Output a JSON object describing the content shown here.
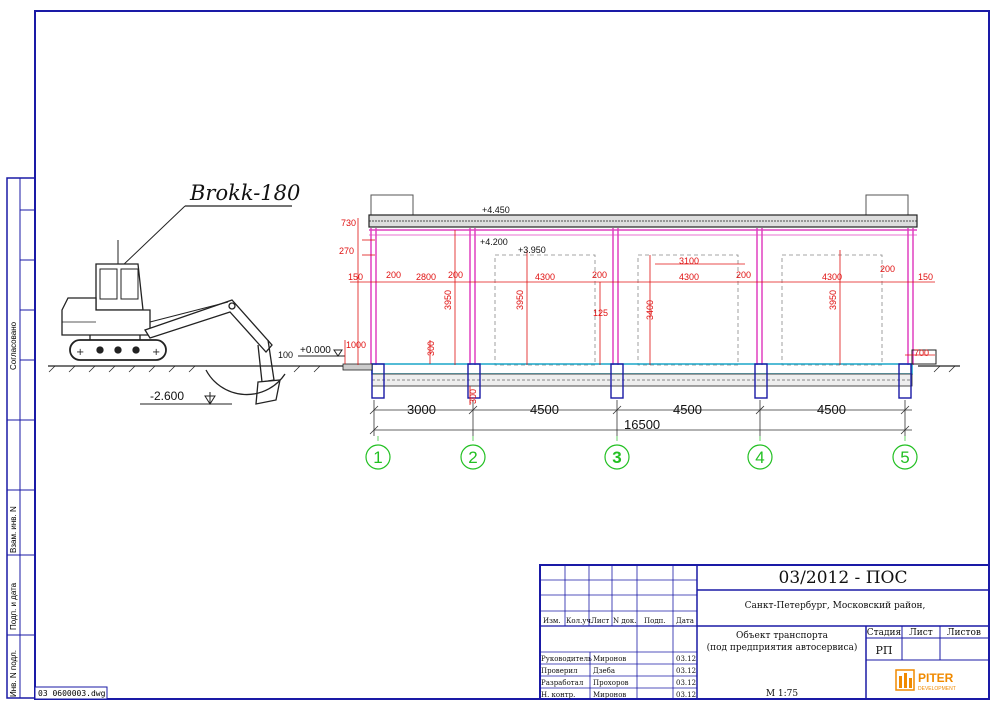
{
  "title_block": {
    "doc_code": "03/2012 - ПОС",
    "location": "Санкт-Петербург, Московский район,",
    "object_line1": "Объект транспорта",
    "object_line2": "(под предприятия автосервиса)",
    "stage_header": "Стадия",
    "sheet_header": "Лист",
    "sheets_header": "Листов",
    "stage_value": "РП",
    "scale": "М 1:75",
    "columns": [
      "Изм.",
      "Кол.уч.",
      "Лист",
      "N док.",
      "Подп.",
      "Дата"
    ],
    "signatures": [
      {
        "role": "Руководитель",
        "name": "Миронов",
        "date": "03.12"
      },
      {
        "role": "Проверил",
        "name": "Дзеба",
        "date": "03.12"
      },
      {
        "role": "Разработал",
        "name": "Прохоров",
        "date": "03.12"
      },
      {
        "role": "Н. контр.",
        "name": "Миронов",
        "date": "03.12"
      }
    ],
    "logo_main": "PITER",
    "logo_sub": "DEVELOPMENT"
  },
  "file_label": "03  0600003.dwg",
  "left_stamp": {
    "agreed": "Согласовано",
    "inv_replace": "Взам. инв. N",
    "sign_date": "Подп. и дата",
    "inv_orig": "Инв. N подл."
  },
  "machine_label": "Brokk-180",
  "levels": {
    "roof": "+4.450",
    "beam": "+4.200",
    "inner": "+3.950",
    "ground": "+0.000",
    "pit": "-2.600"
  },
  "dims": {
    "bottom_spans": [
      "3000",
      "4500",
      "4500",
      "4500"
    ],
    "overall": "16500",
    "row_top": [
      "2800",
      "4300",
      "4300",
      "4300"
    ],
    "col_200": "200",
    "h_3950": "3950",
    "h_3400": "3400",
    "h_3100": "3100",
    "d_730": "730",
    "d_270": "270",
    "d_150": "150",
    "d_125": "125",
    "d_300": "300",
    "d_1000": "1000",
    "d_700": "700",
    "d_100": "100"
  },
  "axes": [
    "1",
    "2",
    "3",
    "4",
    "5"
  ],
  "colors": {
    "frame": "#1a1aa6",
    "dim_red": "#e01010",
    "axis_green": "#22c022",
    "pink": "#e040c0",
    "logo_orange": "#f08a00"
  }
}
